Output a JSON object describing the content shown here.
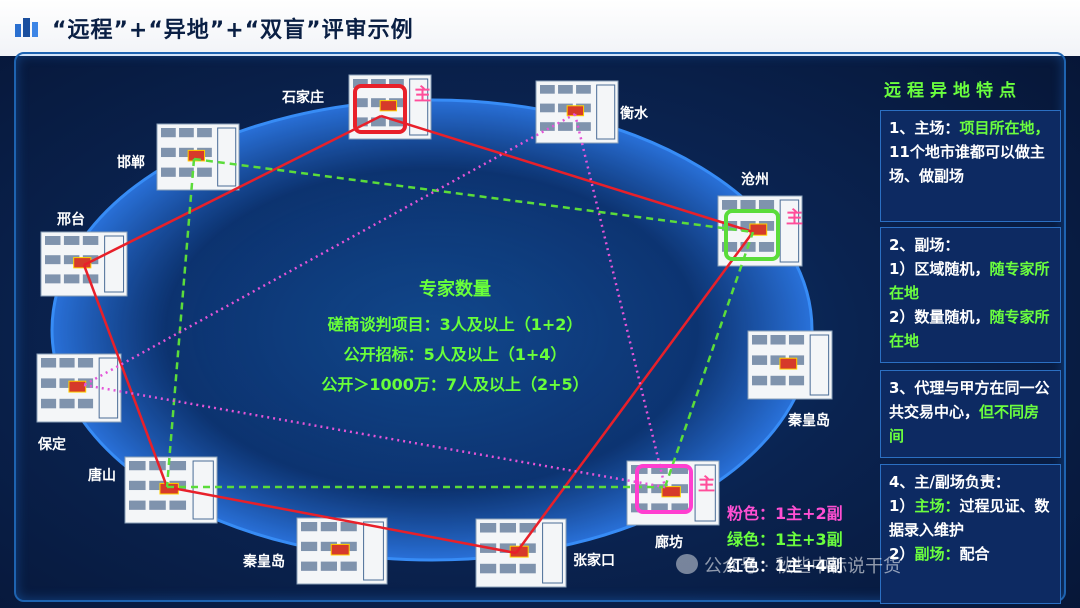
{
  "header": {
    "title": "“远程”+“异地”+“双盲”评审示例",
    "logo_icon": "building-icon"
  },
  "map": {
    "cities": [
      {
        "id": "shijiazhuang",
        "label": "石家庄"
      },
      {
        "id": "hengshui",
        "label": "衡水"
      },
      {
        "id": "handan",
        "label": "邯郸"
      },
      {
        "id": "cangzhou",
        "label": "沧州"
      },
      {
        "id": "xingtai",
        "label": "邢台"
      },
      {
        "id": "baoding",
        "label": "保定"
      },
      {
        "id": "qinhuangdao_right",
        "label": "秦皇岛"
      },
      {
        "id": "tangshan",
        "label": "唐山"
      },
      {
        "id": "langfang",
        "label": "廊坊"
      },
      {
        "id": "qinhuangdao_bottom",
        "label": "秦皇岛"
      },
      {
        "id": "zhangjiakou",
        "label": "张家口"
      }
    ],
    "main_marker": "主",
    "main_venues": [
      "shijiazhuang",
      "cangzhou",
      "langfang"
    ],
    "colors": {
      "pink": "#e455d8",
      "green": "#5bdc3a",
      "red": "#e8202a"
    }
  },
  "center": {
    "heading": "专家数量",
    "lines": [
      "磋商谈判项目：3人及以上（1+2）",
      "公开招标：5人及以上（1+4）",
      "公开＞1000万：7人及以上（2+5）"
    ]
  },
  "legend": [
    {
      "label": "粉色：1主+2副",
      "color": "#ff4fd2"
    },
    {
      "label": "绿色：1主+3副",
      "color": "#6bff3e"
    },
    {
      "label": "红色：1主+4副",
      "color": "#ffffff"
    }
  ],
  "sidebar": {
    "title": "远程异地特点",
    "box1": {
      "p1": "1、主场：",
      "g1": "项目所在地，",
      "p2": "11个地市谁都可以做主场、做副场"
    },
    "box2": {
      "p1": "2、副场：",
      "p2": "1）区域随机，",
      "g1": "随专家所在地",
      "p3": "2）数量随机，",
      "g2": "随专家所在地"
    },
    "box3": {
      "p1": "3、代理与甲方在同一公共交易中心，",
      "g1": "但不同房间"
    },
    "box4": {
      "p1": "4、主/副场负责：",
      "p2": "1）",
      "g1": "主场：",
      "p3": "过程见证、数据录入维护",
      "p4": "2）",
      "g2": "副场：",
      "p5": "配合"
    }
  },
  "watermark": {
    "text": "公众号 · 秋些中标说干货"
  }
}
